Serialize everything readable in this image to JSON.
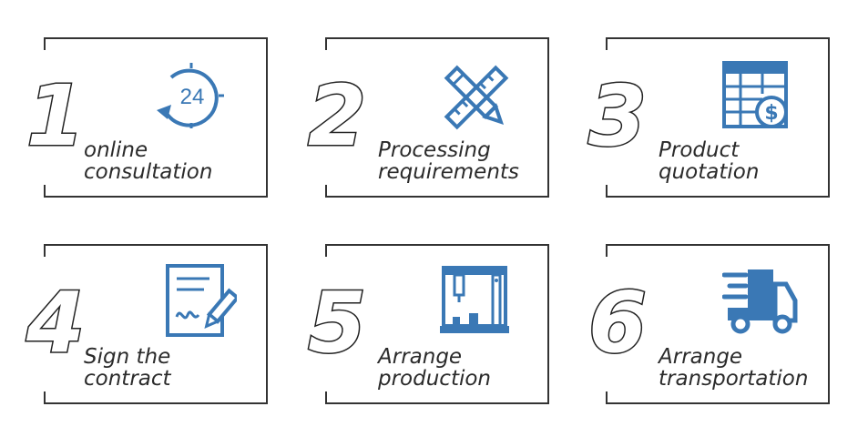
{
  "steps": [
    {
      "number": "1",
      "line1": "online",
      "line2": "consultation",
      "icon": "24-hour-clock-icon",
      "icon_text": "24"
    },
    {
      "number": "2",
      "line1": "Processing",
      "line2": "requirements",
      "icon": "pencil-ruler-icon"
    },
    {
      "number": "3",
      "line1": "Product",
      "line2": "quotation",
      "icon": "spreadsheet-dollar-icon"
    },
    {
      "number": "4",
      "line1": "Sign the",
      "line2": "contract",
      "icon": "contract-signature-icon"
    },
    {
      "number": "5",
      "line1": "Arrange",
      "line2": "production",
      "icon": "cnc-machine-icon"
    },
    {
      "number": "6",
      "line1": "Arrange",
      "line2": "transportation",
      "icon": "delivery-truck-icon"
    }
  ],
  "colors": {
    "accent": "#3a78b5",
    "outline": "#222222",
    "frame": "#333333",
    "text": "#2b2b2b"
  }
}
